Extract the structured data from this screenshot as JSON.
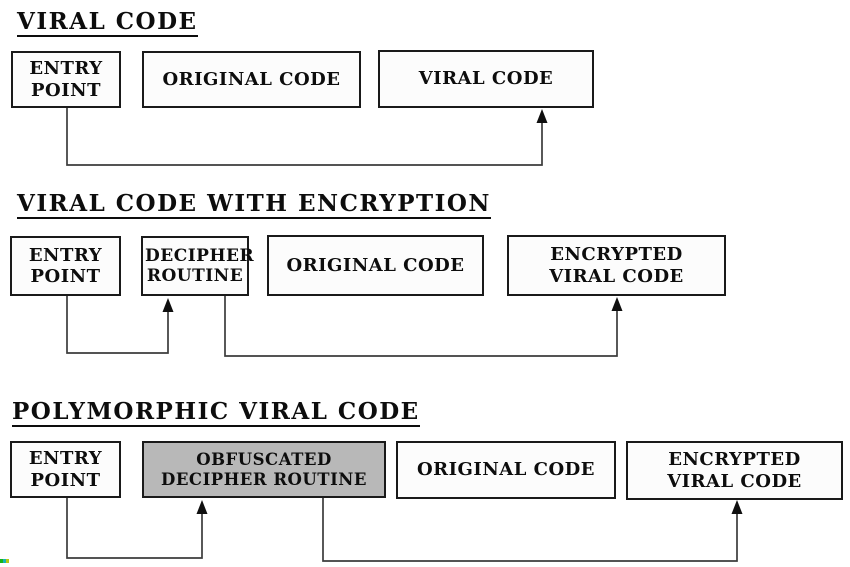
{
  "colors": {
    "text": "#0d0d0d",
    "box_border": "#1a1a1a",
    "box_fill": "#fcfcfc",
    "shaded_fill": "#b8b8b8",
    "line": "#3c3c3c",
    "arrowhead": "#0f0f0f"
  },
  "sections": [
    {
      "title": "VIRAL CODE",
      "boxes": [
        {
          "label": "ENTRY POINT"
        },
        {
          "label": "ORIGINAL CODE"
        },
        {
          "label": "VIRAL CODE"
        }
      ]
    },
    {
      "title": "VIRAL CODE WITH ENCRYPTION",
      "boxes": [
        {
          "label": "ENTRY POINT"
        },
        {
          "label": "DECIPHER ROUTINE"
        },
        {
          "label": "ORIGINAL CODE"
        },
        {
          "label": "ENCRYPTED VIRAL CODE"
        }
      ]
    },
    {
      "title": "POLYMORPHIC VIRAL CODE",
      "boxes": [
        {
          "label": "ENTRY POINT"
        },
        {
          "label": "OBFUSCATED DECIPHER ROUTINE",
          "shaded": true
        },
        {
          "label": "ORIGINAL CODE"
        },
        {
          "label": "ENCRYPTED VIRAL CODE"
        }
      ]
    }
  ],
  "connections": [
    {
      "section": "VIRAL CODE",
      "from": "ENTRY POINT",
      "to": "VIRAL CODE"
    },
    {
      "section": "VIRAL CODE WITH ENCRYPTION",
      "from": "ENTRY POINT",
      "to": "DECIPHER ROUTINE"
    },
    {
      "section": "VIRAL CODE WITH ENCRYPTION",
      "from": "DECIPHER ROUTINE",
      "to": "ENCRYPTED VIRAL CODE"
    },
    {
      "section": "POLYMORPHIC VIRAL CODE",
      "from": "ENTRY POINT",
      "to": "OBFUSCATED DECIPHER ROUTINE"
    },
    {
      "section": "POLYMORPHIC VIRAL CODE",
      "from": "OBFUSCATED DECIPHER ROUTINE",
      "to": "ENCRYPTED VIRAL CODE"
    }
  ]
}
